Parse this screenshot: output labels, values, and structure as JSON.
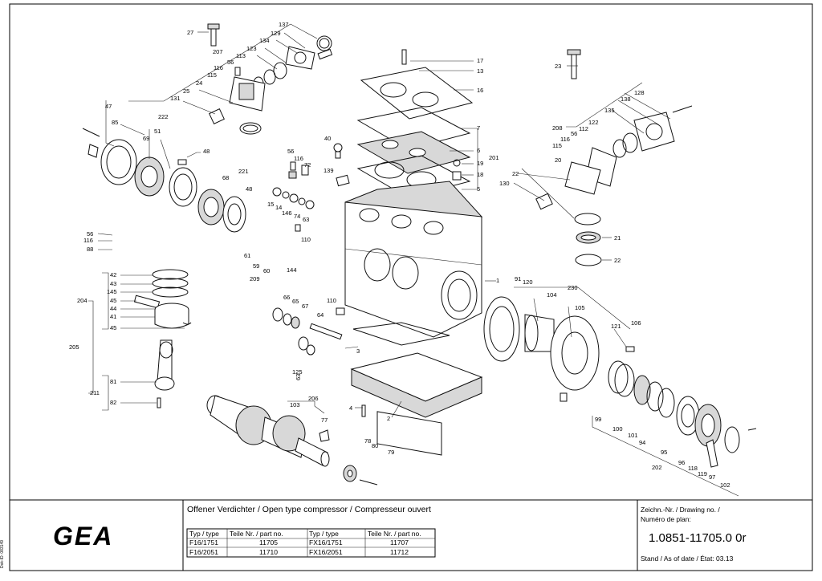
{
  "title_block": {
    "title": "Offener Verdichter / Open type compressor / Compresseur ouvert",
    "drawing_label_line1": "Zeichn.-Nr. / Drawing no. /",
    "drawing_label_line2": "Numéro de plan:",
    "drawing_number": "1.0851-11705.0 0r",
    "stand_label": "Stand / As of date / État: 03.13",
    "doc_id": "Dok-ID: 083149",
    "logo_text": "GEA",
    "table": {
      "headers": [
        "Typ / type",
        "Teile Nr. / part no.",
        "Typ / type",
        "Teile Nr. / part no."
      ],
      "rows": [
        [
          "F16/1751",
          "11705",
          "FX16/1751",
          "11707"
        ],
        [
          "F16/2051",
          "11710",
          "FX16/2051",
          "11712"
        ]
      ]
    }
  },
  "callouts": {
    "c27": "27",
    "c137": "137",
    "c129": "129",
    "c134": "134",
    "c207": "207",
    "c123": "123",
    "c113": "113",
    "c56a": "56",
    "c116a": "116",
    "c115a": "115",
    "c24": "24",
    "c25": "25",
    "c131": "131",
    "c47": "47",
    "c222a": "222",
    "c85": "85",
    "c51": "51",
    "c69": "69",
    "c48a": "48",
    "c17": "17",
    "c13": "13",
    "c16": "16",
    "c7": "7",
    "c6": "6",
    "c201": "201",
    "c19": "19",
    "c18": "18",
    "c5": "5",
    "c40": "40",
    "c139": "139",
    "c56b": "56",
    "c116b": "116",
    "c72": "72",
    "c68": "68",
    "c221": "221",
    "c48b": "48",
    "c15": "15",
    "c14": "14",
    "c146": "146",
    "c74": "74",
    "c63a": "63",
    "c110a": "110",
    "c23": "23",
    "c128": "128",
    "c138": "138",
    "c135": "135",
    "c208": "208",
    "c112": "112",
    "c122": "122",
    "c56c": "56",
    "c116c": "116",
    "c115b": "115",
    "c20": "20",
    "c22a": "22",
    "c130": "130",
    "c21": "21",
    "c22b": "22",
    "c56d": "56",
    "c116d": "116",
    "c88": "88",
    "c61": "61",
    "c59": "59",
    "c60": "60",
    "c209": "209",
    "c144": "144",
    "c1": "1",
    "c42": "42",
    "c43": "43",
    "c145": "145",
    "c45a": "45",
    "c44": "44",
    "c41": "41",
    "c45b": "45",
    "c204": "204",
    "c205": "205",
    "c81": "81",
    "c211": "211",
    "c82": "82",
    "c66": "66",
    "c65": "65",
    "c67": "67",
    "c110b": "110",
    "c64": "64",
    "c3": "3",
    "c125": "125",
    "c63b": "63",
    "c91": "91",
    "c120": "120",
    "c230": "230",
    "c104": "104",
    "c105": "105",
    "c121": "121",
    "c106": "106",
    "c4": "4",
    "c2": "2",
    "c206": "206",
    "c103": "103",
    "c77": "77",
    "c78": "78",
    "c80": "80",
    "c79": "79",
    "c99": "99",
    "c100": "100",
    "c101": "101",
    "c94": "94",
    "c95": "95",
    "c96": "96",
    "c118": "118",
    "c119": "119",
    "c97": "97",
    "c102": "102",
    "c202": "202"
  }
}
